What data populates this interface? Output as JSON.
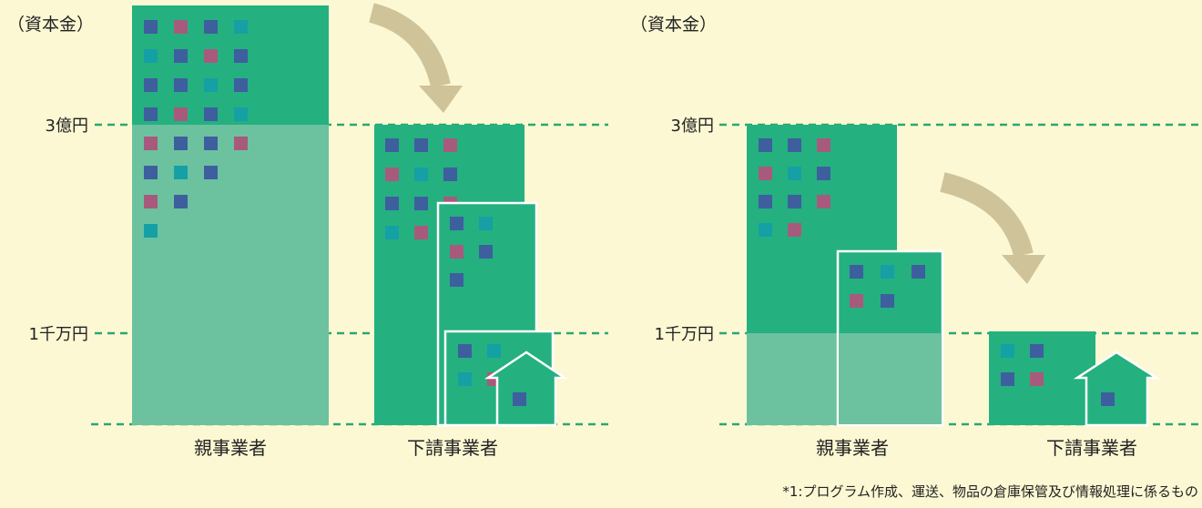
{
  "left_panel": {
    "axis_unit": "（資本金）",
    "level_high": "3億円",
    "level_low": "1千万円",
    "label_parent": "親事業者",
    "label_sub": "下請事業者"
  },
  "right_panel": {
    "axis_unit": "（資本金）",
    "level_high": "3億円",
    "level_low": "1千万円",
    "label_parent": "親事業者",
    "label_sub": "下請事業者"
  },
  "footnote": "*1:プログラム作成、運送、物品の倉庫保管及び情報処理に係るもの",
  "colors": {
    "background": "#fcf8d3",
    "building": "#25b080",
    "building_light": "#6cc29f",
    "window_blue": "#3d5f9e",
    "window_teal": "#15a0a6",
    "window_pink": "#a85a7c",
    "arrow": "#cfc39a",
    "guide_line": "#2aa772"
  }
}
